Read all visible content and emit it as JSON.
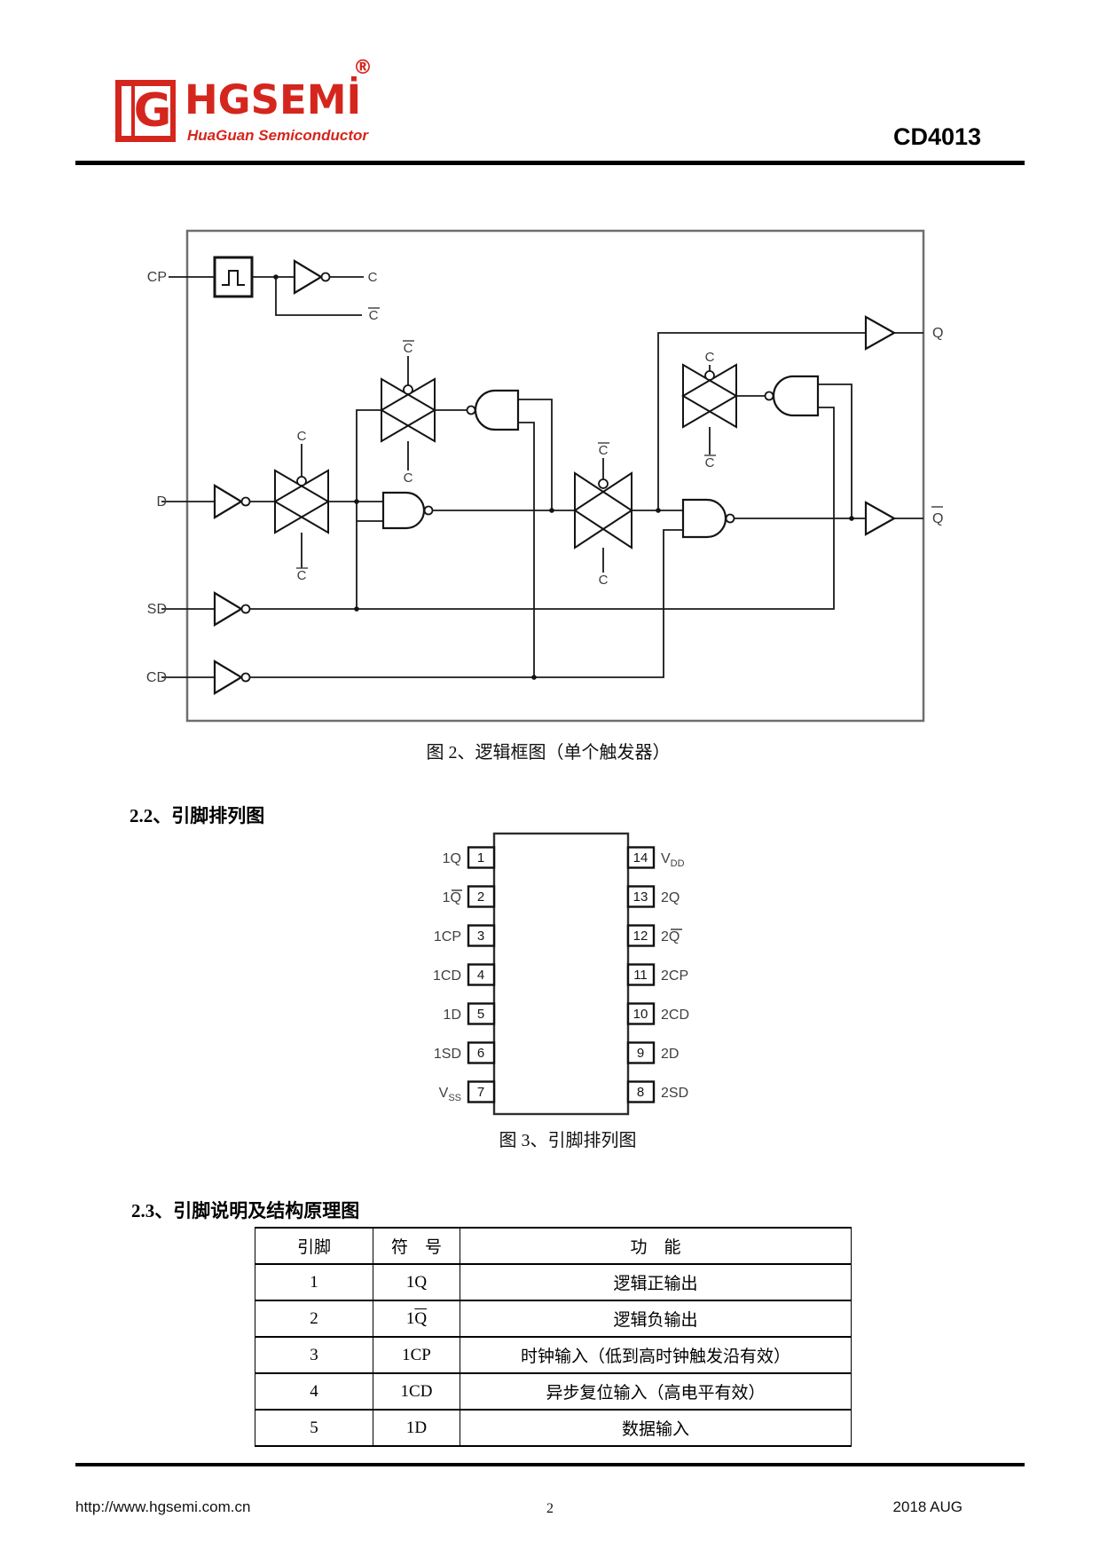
{
  "header": {
    "logo_letter": "G",
    "brand": "HGSEMİ",
    "registered_mark": "®",
    "tagline": "HuaGuan Semiconductor",
    "part_number": "CD4013"
  },
  "figure2": {
    "caption": "图 2、逻辑框图（单个触发器）",
    "labels": {
      "cp": "CP",
      "d": "D",
      "sd": "SD",
      "cd": "CD",
      "c": "C",
      "q": "Q"
    }
  },
  "section_2_2": {
    "title": "2.2、引脚排列图"
  },
  "figure3": {
    "caption": "图 3、引脚排列图",
    "left_pins": [
      {
        "num": "1",
        "label": "1Q"
      },
      {
        "num": "2",
        "label": "1Q",
        "overline": true
      },
      {
        "num": "3",
        "label": "1CP"
      },
      {
        "num": "4",
        "label": "1CD"
      },
      {
        "num": "5",
        "label": "1D"
      },
      {
        "num": "6",
        "label": "1SD"
      },
      {
        "num": "7",
        "label": "V",
        "sub": "SS"
      }
    ],
    "right_pins": [
      {
        "num": "14",
        "label": "V",
        "sub": "DD"
      },
      {
        "num": "13",
        "label": "2Q"
      },
      {
        "num": "12",
        "label": "2Q",
        "overline": true
      },
      {
        "num": "11",
        "label": "2CP"
      },
      {
        "num": "10",
        "label": "2CD"
      },
      {
        "num": "9",
        "label": "2D"
      },
      {
        "num": "8",
        "label": "2SD"
      }
    ]
  },
  "section_2_3": {
    "title": "2.3、引脚说明及结构原理图"
  },
  "pin_table": {
    "headers": [
      "引脚",
      "符　号",
      "功　能"
    ],
    "rows": [
      {
        "pin": "1",
        "symbol": "1Q",
        "function": "逻辑正输出"
      },
      {
        "pin": "2",
        "symbol_pre": "1",
        "symbol_base": "Q",
        "function": "逻辑负输出"
      },
      {
        "pin": "3",
        "symbol": "1CP",
        "function": "时钟输入（低到高时钟触发沿有效）"
      },
      {
        "pin": "4",
        "symbol": "1CD",
        "function": "异步复位输入（高电平有效）"
      },
      {
        "pin": "5",
        "symbol": "1D",
        "function": "数据输入"
      }
    ]
  },
  "footer": {
    "url": "http://www.hgsemi.com.cn",
    "page": "2",
    "date": "2018 AUG"
  }
}
